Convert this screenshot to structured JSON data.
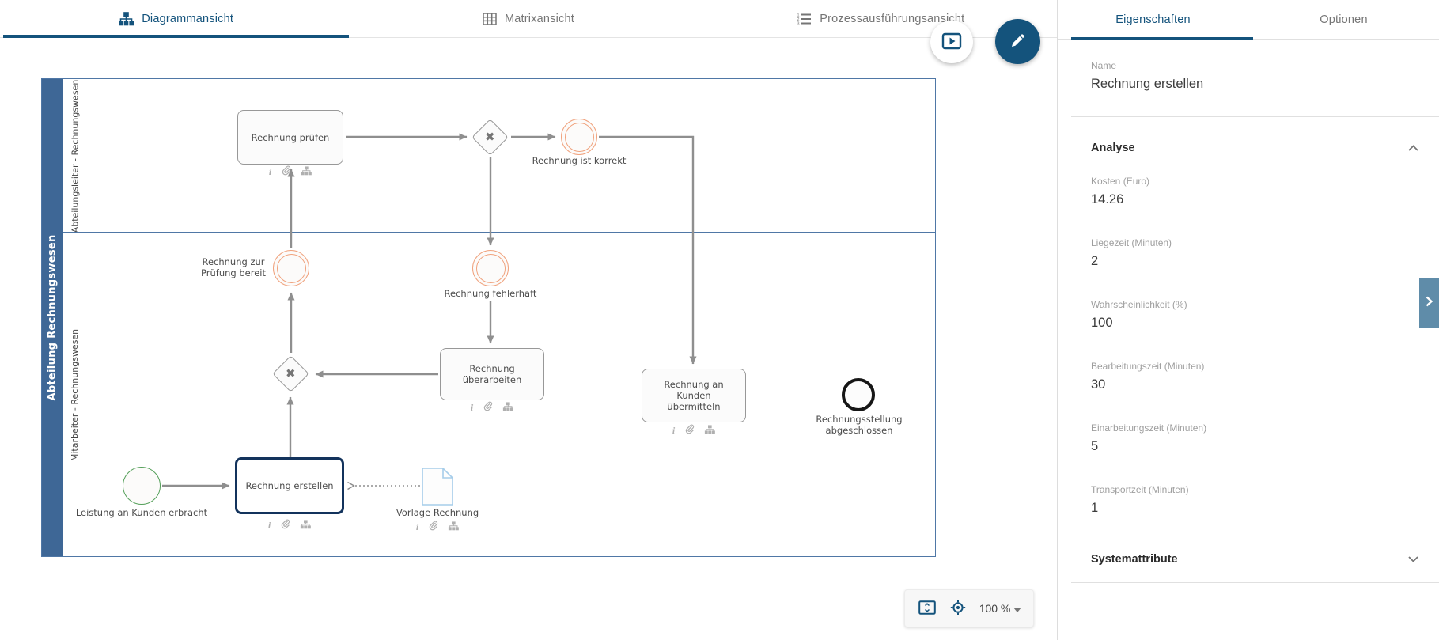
{
  "canvas": {
    "tabs": [
      {
        "label": "Diagrammansicht",
        "icon": "sitemap-icon",
        "active": true
      },
      {
        "label": "Matrixansicht",
        "icon": "grid-icon",
        "active": false
      },
      {
        "label": "Prozessausführungsansicht",
        "icon": "numbered-list-icon",
        "active": false
      }
    ],
    "buttons": {
      "play": "process-play-button",
      "edit": "edit-diagram-button"
    },
    "zoom_toolbar": {
      "zoom_level": "100 %",
      "icons": [
        "fit-view-icon",
        "center-view-icon",
        "dropdown-caret-icon"
      ]
    }
  },
  "diagram": {
    "pool": {
      "label": "Abteilung Rechnungswesen",
      "lanes": [
        "Abteilungsleiter - Rechnungswesen",
        "Mitarbeiter - Rechnungswesen"
      ]
    },
    "nodes": {
      "rechnung_pruefen": "Rechnung prüfen",
      "rechnung_ist_korrekt": "Rechnung ist korrekt",
      "rechnung_zur_pruefung_bereit": "Rechnung zur Prüfung bereit",
      "rechnung_fehlerhaft": "Rechnung fehlerhaft",
      "rechnung_ueberarbeiten": "Rechnung überarbeiten",
      "rechnung_an_kunden_uebermitteln": "Rechnung an Kunden übermitteln",
      "rechnungsstellung_abgeschlossen": "Rechnungsstellung abgeschlossen",
      "leistung_an_kunden_erbracht": "Leistung an Kunden erbracht",
      "rechnung_erstellen": "Rechnung erstellen",
      "vorlage_rechnung": "Vorlage Rechnung"
    }
  },
  "panel": {
    "tabs": [
      {
        "label": "Eigenschaften",
        "active": true
      },
      {
        "label": "Optionen",
        "active": false
      }
    ],
    "name_field": {
      "label": "Name",
      "value": "Rechnung erstellen"
    },
    "analyse": {
      "title": "Analyse",
      "fields": [
        {
          "label": "Kosten (Euro)",
          "value": "14.26"
        },
        {
          "label": "Liegezeit (Minuten)",
          "value": "2"
        },
        {
          "label": "Wahrscheinlichkeit (%)",
          "value": "100"
        },
        {
          "label": "Bearbeitungszeit (Minuten)",
          "value": "30"
        },
        {
          "label": "Einarbeitungszeit (Minuten)",
          "value": "5"
        },
        {
          "label": "Transportzeit (Minuten)",
          "value": "1"
        }
      ]
    },
    "systemattribute": {
      "title": "Systemattribute"
    }
  },
  "colors": {
    "accent_blue": "#14537c",
    "pool_blue": "#3e6796",
    "pool_border": "#4f77a6",
    "event_orange": "#f0a27d",
    "start_green": "#55a05a",
    "end_black": "#161616",
    "selection_navy": "#13335c",
    "flyout_blue": "#5f8ca9",
    "connector_gray": "#8f8f8f"
  }
}
